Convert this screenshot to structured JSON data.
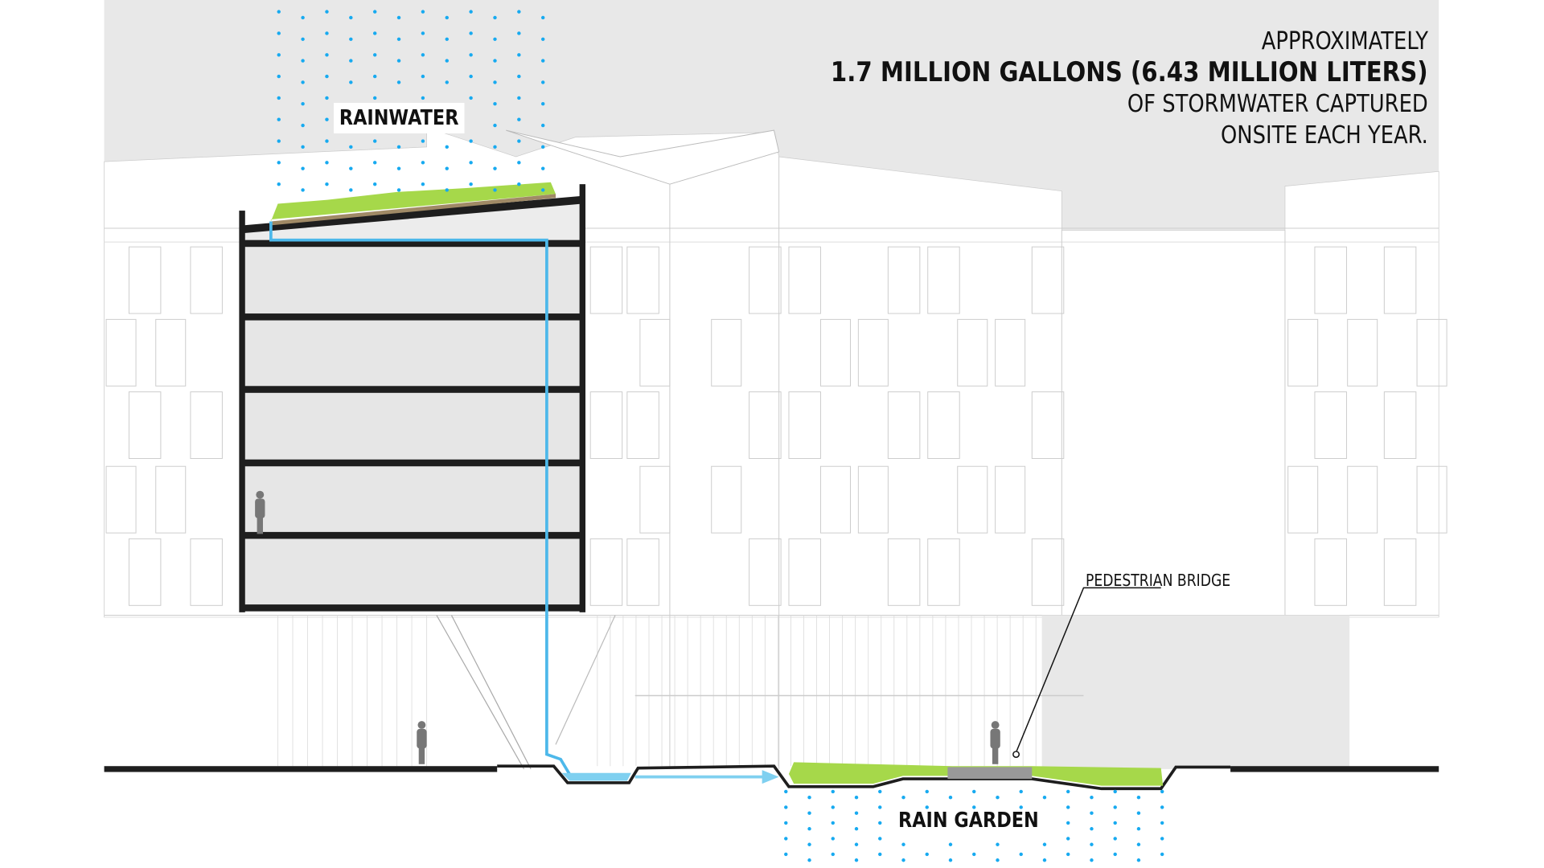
{
  "headline": {
    "line1": "APPROXIMATELY",
    "line2": "1.7 MILLION GALLONS (6.43 MILLION LITERS)",
    "line3": "OF STORMWATER CAPTURED",
    "line4": "ONSITE EACH YEAR."
  },
  "labels": {
    "rainwater": "RAINWATER",
    "rain_garden": "RAIN GARDEN",
    "pedestrian_bridge": "PEDESTRIAN BRIDGE"
  },
  "colors": {
    "sky": "#e8e8e8",
    "water": "#4db8ea",
    "rain_dots": "#17aaf0",
    "grass": "#a6d84a",
    "structure": "#1e1e1e",
    "interior": "#e6e6e6"
  }
}
